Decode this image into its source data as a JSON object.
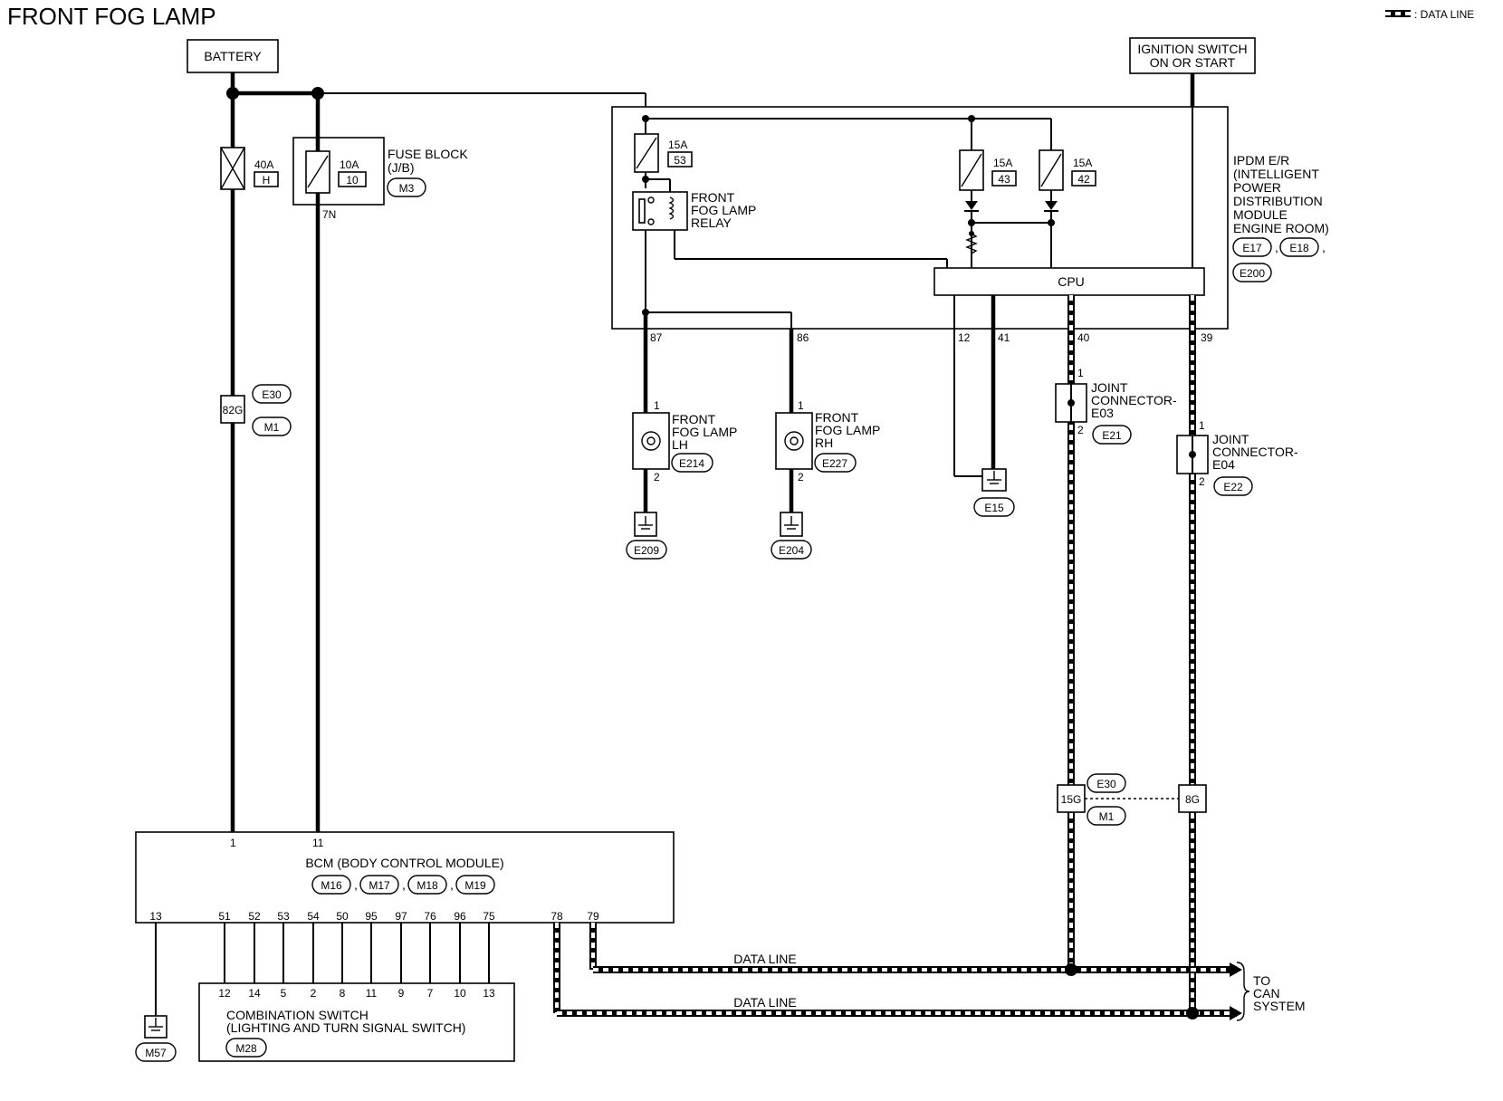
{
  "title": "FRONT FOG LAMP",
  "legend": {
    "label": ": DATA LINE"
  },
  "battery": "BATTERY",
  "ignition": {
    "line1": "IGNITION SWITCH",
    "line2": "ON OR START"
  },
  "fuse_block": {
    "line1": "FUSE BLOCK",
    "line2": "(J/B)",
    "connector": "M3",
    "terminal": "7N"
  },
  "fuses": [
    {
      "rating": "40A",
      "id": "H"
    },
    {
      "rating": "10A",
      "id": "10"
    },
    {
      "rating": "15A",
      "id": "53"
    },
    {
      "rating": "15A",
      "id": "43"
    },
    {
      "rating": "15A",
      "id": "42"
    }
  ],
  "ipdm": {
    "lines": [
      "IPDM E/R",
      "(INTELLIGENT",
      "POWER",
      "DISTRIBUTION",
      "MODULE",
      "ENGINE ROOM)"
    ],
    "connectors": [
      "E17",
      "E18",
      "E200"
    ],
    "cpu": "CPU",
    "terminals": [
      "87",
      "86",
      "12",
      "41",
      "40",
      "39"
    ]
  },
  "relay": {
    "line1": "FRONT",
    "line2": "FOG LAMP",
    "line3": "RELAY"
  },
  "fog_lh": {
    "line1": "FRONT",
    "line2": "FOG LAMP",
    "line3": "LH",
    "connector": "E214",
    "ground": "E209",
    "pin1": "1",
    "pin2": "2"
  },
  "fog_rh": {
    "line1": "FRONT",
    "line2": "FOG LAMP",
    "line3": "RH",
    "connector": "E227",
    "ground": "E204",
    "pin1": "1",
    "pin2": "2"
  },
  "ground_e15": "E15",
  "joint_e03": {
    "line1": "JOINT",
    "line2": "CONNECTOR-",
    "line3": "E03",
    "connector": "E21",
    "pin1": "1",
    "pin2": "2"
  },
  "joint_e04": {
    "line1": "JOINT",
    "line2": "CONNECTOR-",
    "line3": "E04",
    "connector": "E22",
    "pin1": "1",
    "pin2": "2"
  },
  "harness_left": {
    "pin": "82G",
    "c1": "E30",
    "c2": "M1"
  },
  "harness_right": {
    "pin1": "15G",
    "pin2": "8G",
    "c1": "E30",
    "c2": "M1"
  },
  "bcm": {
    "title": "BCM (BODY CONTROL MODULE)",
    "connectors": [
      "M16",
      "M17",
      "M18",
      "M19"
    ],
    "top_pins": [
      "1",
      "11"
    ],
    "bottom_pins": [
      "13",
      "51",
      "52",
      "53",
      "54",
      "50",
      "95",
      "97",
      "76",
      "96",
      "75",
      "78",
      "79"
    ]
  },
  "combo_switch": {
    "line1": "COMBINATION SWITCH",
    "line2": "(LIGHTING AND TURN SIGNAL SWITCH)",
    "connector": "M28",
    "pins": [
      "12",
      "14",
      "5",
      "2",
      "8",
      "11",
      "9",
      "7",
      "10",
      "13"
    ]
  },
  "ground_m57": "M57",
  "data_line_label": "DATA LINE",
  "to_can": {
    "line1": "TO",
    "line2": "CAN",
    "line3": "SYSTEM"
  },
  "colors": {
    "ink": "#000000",
    "paper": "#ffffff"
  }
}
